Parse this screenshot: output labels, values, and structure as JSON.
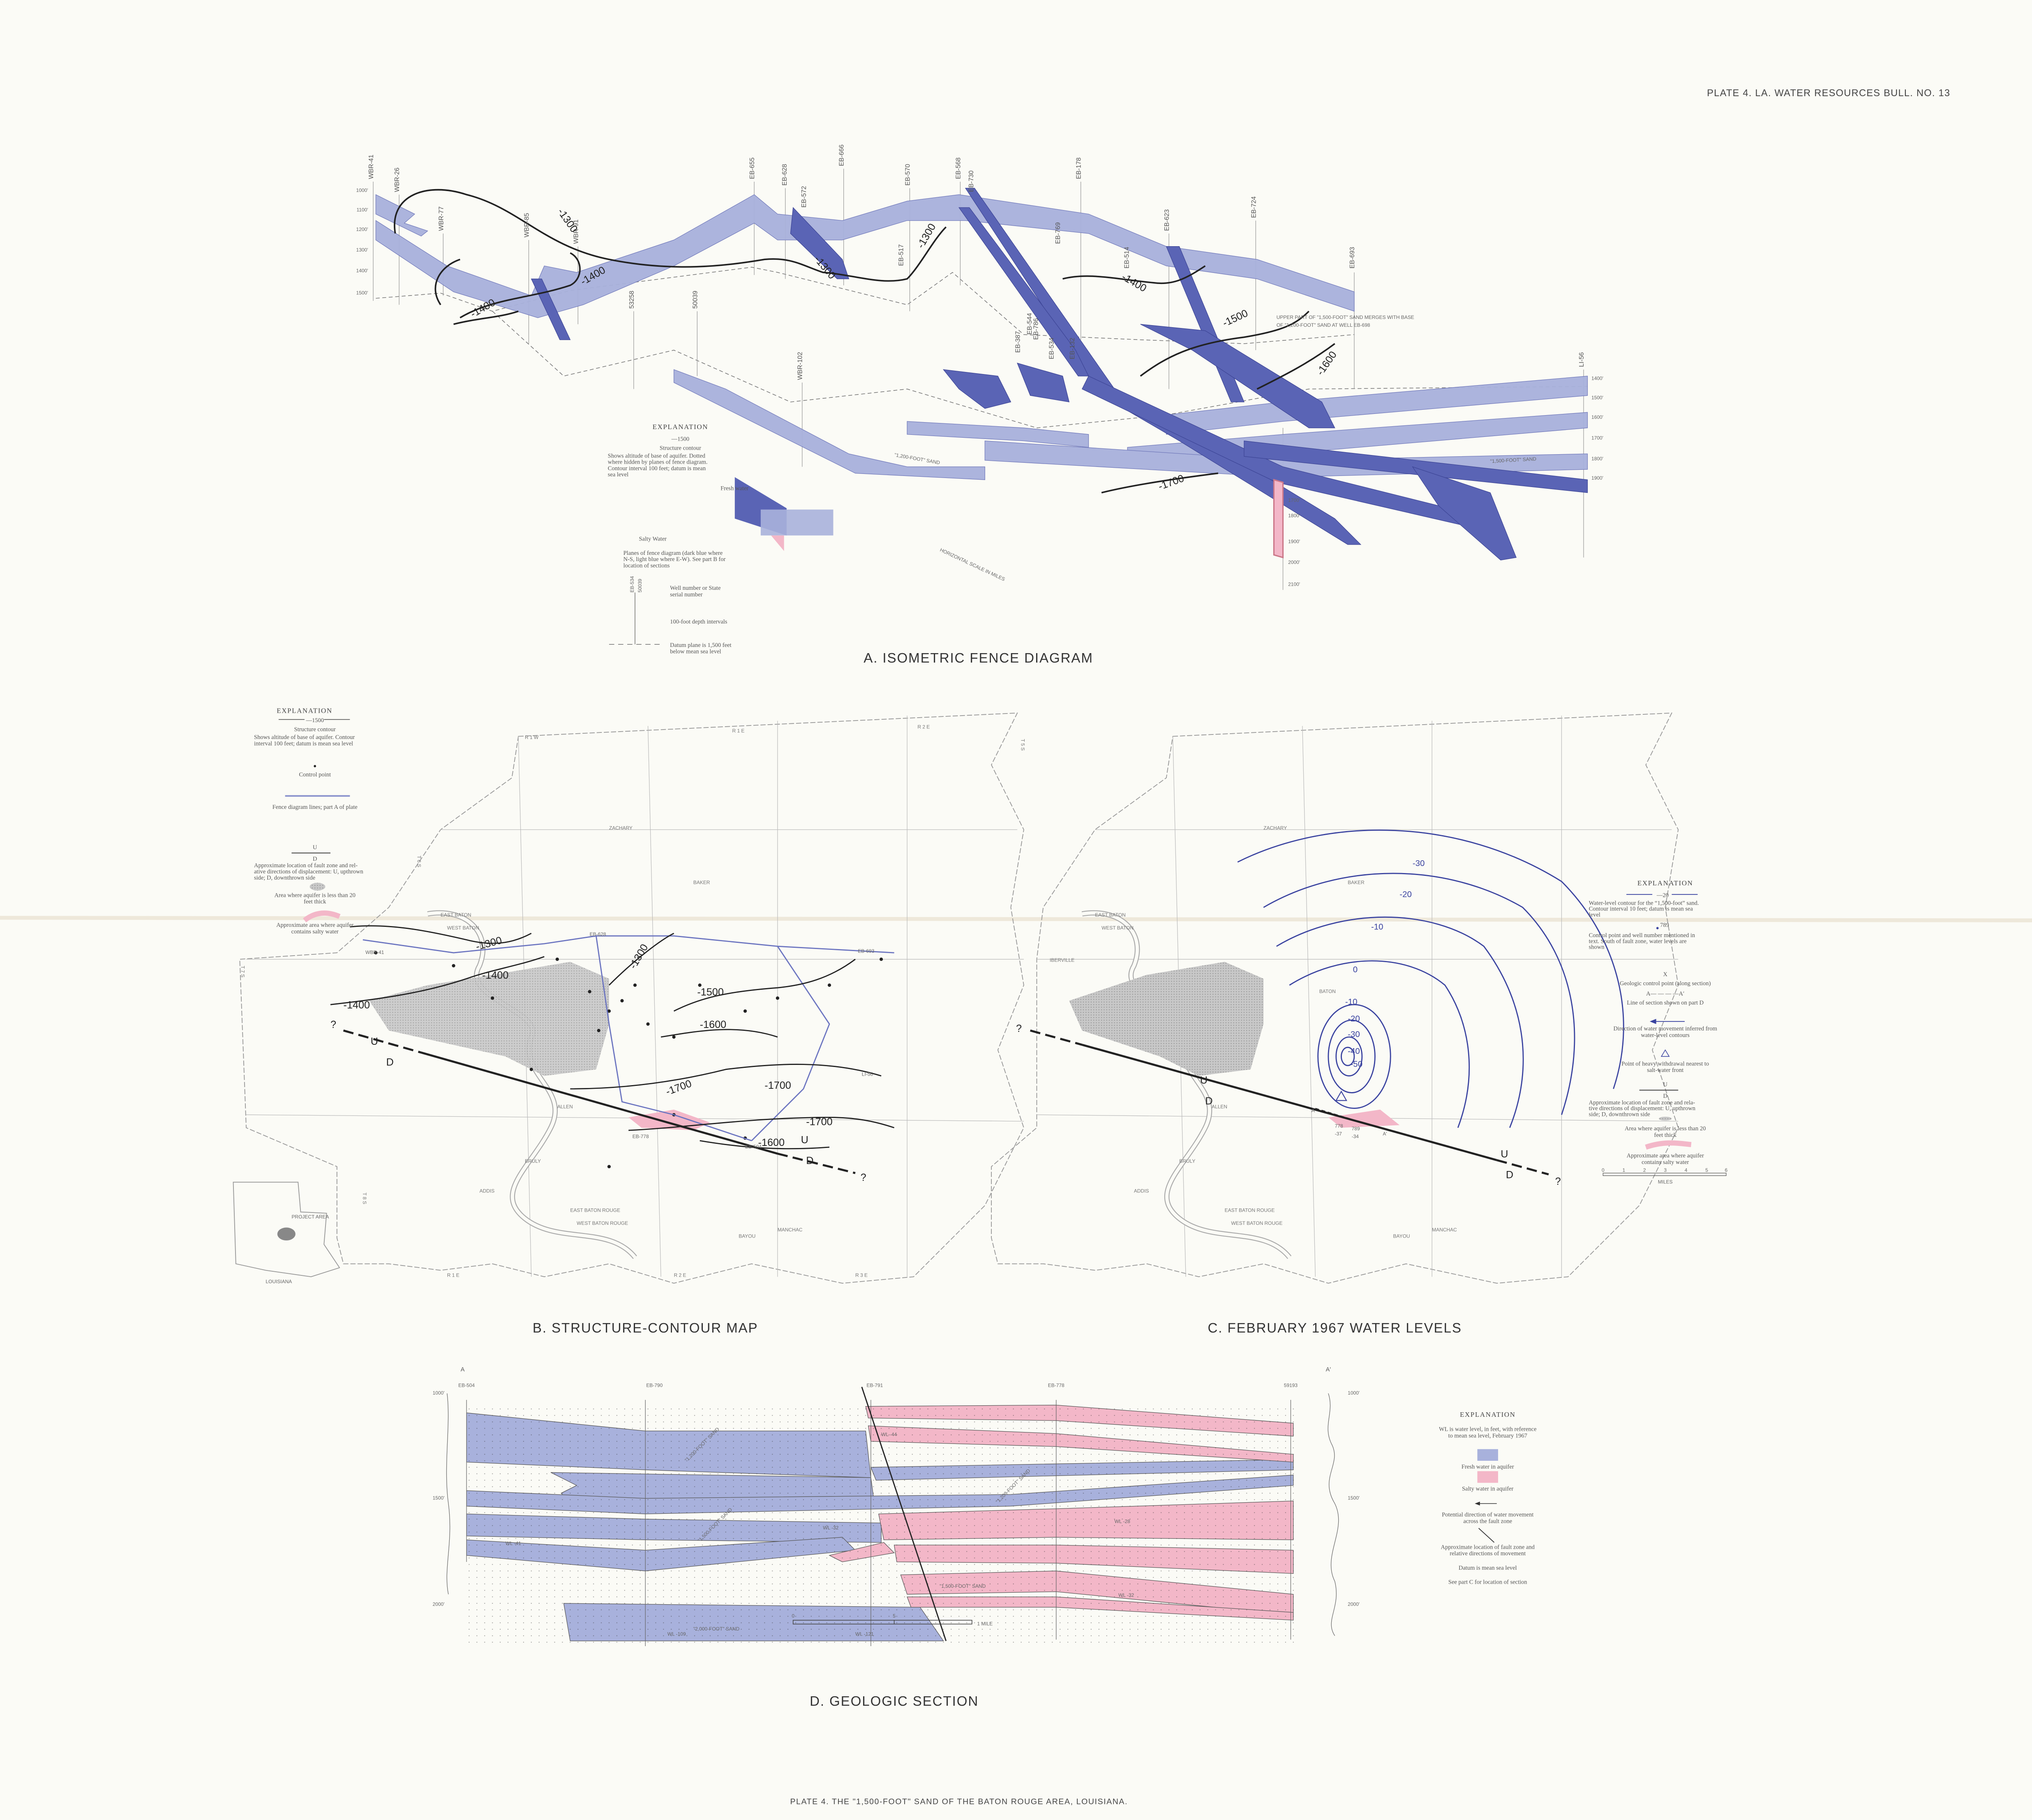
{
  "header": {
    "plate_ref": "PLATE 4. LA. WATER RESOURCES BULL. NO. 13"
  },
  "caption": "PLATE 4. THE \"1,500-FOOT\" SAND OF THE BATON ROUGE AREA, LOUISIANA.",
  "colors": {
    "fresh_dark": "#5a64b5",
    "fresh_light": "#a8b1dc",
    "salty": "#f3b7c8",
    "thin_area": "#c8c8c8",
    "contour_blue": "#3a43a0"
  },
  "fence": {
    "title": "A.  ISOMETRIC FENCE DIAGRAM",
    "wells": [
      "WBR-41",
      "WBR-26",
      "WBR-77",
      "WBR-85",
      "WBR-91",
      "EB-655",
      "EB-628",
      "EB-572",
      "EB-666",
      "EB-570",
      "EB-568",
      "EB-730",
      "EB-178",
      "EB-623",
      "EB-724",
      "EB-693",
      "53258",
      "50039",
      "WBR-102",
      "EB-544",
      "EB-786",
      "EB-534",
      "EB-387",
      "EB-132",
      "EB-769",
      "EB-514",
      "EB-517",
      "LI-56"
    ],
    "depth_labels_left": [
      "1000'",
      "1100'",
      "1200'",
      "1300'",
      "1400'",
      "1500'"
    ],
    "depth_labels_right": [
      "1400'",
      "1500'",
      "1600'",
      "1700'",
      "1800'",
      "1900'"
    ],
    "depth_labels_bottom": [
      "1700'",
      "1800'",
      "1900'",
      "2000'",
      "2100'"
    ],
    "contour_labels": [
      "-1300",
      "-1300",
      "-1300",
      "-1400",
      "-1400",
      "-1400",
      "-1500",
      "-1600",
      "-1700"
    ],
    "note": [
      "UPPER PART OF \"1,500-FOOT\" SAND MERGES WITH BASE",
      "OF \"1,200-FOOT\" SAND AT WELL EB-698"
    ],
    "sand_labels": [
      "\"1,200-FOOT\" SAND",
      "\"1,500-FOOT\" SAND"
    ],
    "scale_label": "HORIZONTAL SCALE IN MILES",
    "explanation": {
      "heading": "EXPLANATION",
      "contour_sample": "—1500",
      "contour_title": "Structure contour",
      "contour_desc": [
        "Shows altitude of base of aquifer. Dotted",
        "where hidden by planes of fence diagram.",
        "Contour interval 100 feet; datum is mean",
        "sea level"
      ],
      "fresh": "Fresh water",
      "salty": "Salty Water",
      "planes_desc": [
        "Planes of fence diagram (dark blue where",
        "N-S, light blue where E-W). See part B for",
        "location of sections"
      ],
      "sample_well": [
        "EB-534",
        "50039"
      ],
      "well_desc": [
        "Well number or State",
        "serial number"
      ],
      "depth_desc": "100-foot depth intervals",
      "datum_desc": [
        "Datum plane is 1,500 feet",
        "below mean sea level"
      ]
    }
  },
  "structure_map": {
    "title": "B.  STRUCTURE-CONTOUR MAP",
    "contour_labels": [
      "-1300",
      "-1400",
      "-1400",
      "-1300",
      "-1500",
      "-1600",
      "-1700",
      "-1700",
      "-1700",
      "-1600"
    ],
    "fault": {
      "up": "U",
      "down": "D",
      "uncertain": "?"
    },
    "wells": [
      "EB-628",
      "EB-693",
      "WBR-41",
      "EB-778",
      "EB-504",
      "LI-56"
    ],
    "places": [
      "EAST BATON",
      "WEST BATON",
      "ZACHARY",
      "BAKER",
      "ALLEN",
      "BRULY",
      "ADDIS",
      "EAST BATON ROUGE",
      "WEST BATON ROUGE",
      "BAYOU",
      "MANCHAC"
    ],
    "grid": [
      "R 1 W",
      "R 1 E",
      "R 2 E",
      "T 5 S",
      "T 6 S",
      "T 7 S",
      "T 8 S",
      "R 1 E",
      "R 2 E",
      "R 3 E"
    ],
    "inset": {
      "label1": "PROJECT AREA",
      "label2": "LOUISIANA"
    },
    "explanation": {
      "heading": "EXPLANATION",
      "contour_sample": "—1500",
      "contour_title": "Structure contour",
      "contour_desc": [
        "Shows altitude of base of aquifer. Contour",
        "interval 100 feet; datum is mean sea level"
      ],
      "control_point": "Control point",
      "fence_lines": "Fence diagram lines; part A of plate",
      "fault_u": "U",
      "fault_d": "D",
      "fault_desc": [
        "Approximate location of fault zone and rel-",
        "ative directions of displacement: U, upthrown",
        "side; D, downthrown side"
      ],
      "thin_desc": [
        "Area where aquifer is less than 20",
        "feet thick"
      ],
      "salty_desc": [
        "Approximate area where aquifer",
        "contains salty water"
      ]
    }
  },
  "water_level_map": {
    "title": "C.  FEBRUARY 1967  WATER LEVELS",
    "contour_labels": [
      "-30",
      "-20",
      "-10",
      "0",
      "-10",
      "-20",
      "-30",
      "-40",
      "-50"
    ],
    "wells": [
      "778",
      "-37",
      "789",
      "-34"
    ],
    "section_ends": [
      "A",
      "A'"
    ],
    "places": [
      "EAST BATON",
      "WEST BATON",
      "ZACHARY",
      "BAKER",
      "BATON",
      "ALLEN",
      "BRULY",
      "ADDIS",
      "EAST BATON ROUGE",
      "WEST BATON ROUGE",
      "BAYOU",
      "MANCHAC",
      "IBERVILLE"
    ],
    "fault": {
      "up": "U",
      "down": "D",
      "uncertain": "?"
    },
    "explanation": {
      "heading": "EXPLANATION",
      "contour_sample": "—20",
      "contour_desc": [
        "Water-level contour for the “1,500-foot” sand.",
        "Contour interval 10 feet; datum is mean sea",
        "level"
      ],
      "control_sample": "789",
      "control_desc": [
        "Control point and well number mentioned in",
        "text. South of fault zone, water levels are",
        "shown"
      ],
      "geo_sample": "X",
      "geo_desc": "Geologic control point (along section)",
      "section_sample": "A— — — —A′",
      "section_desc": "Line of section shown on part D",
      "arrow_desc": [
        "Direction of water movement inferred from",
        "water-level contours"
      ],
      "withdrawal_desc": [
        "Point of heavy withdrawal nearest to",
        "salt-water front"
      ],
      "fault_u": "U",
      "fault_d": "D",
      "fault_desc": [
        "Approximate location of fault zone and rela-",
        "tive directions of displacement: U, upthrown",
        "side; D, downthrown side"
      ],
      "thin_desc": [
        "Area where aquifer is less than 20",
        "feet thick"
      ],
      "salty_desc": [
        "Approximate area where aquifer",
        "contains salty water"
      ],
      "scale_ticks": [
        "0",
        "1",
        "2",
        "3",
        "4",
        "5",
        "6"
      ],
      "scale_unit": "MILES"
    }
  },
  "section": {
    "title": "D.  GEOLOGIC SECTION",
    "ends": [
      "A",
      "A'"
    ],
    "wells": [
      "EB-504",
      "EB-790",
      "EB-791",
      "EB-778",
      "59193"
    ],
    "depth_left": [
      "1000'",
      "1500'",
      "2000'"
    ],
    "depth_right": [
      "1000'",
      "1500'",
      "2000'"
    ],
    "sand_labels": [
      "\"1,200-FOOT\" SAND",
      "\"1,500-FOOT\" SAND",
      "\"1,200-FOOT\" SAND",
      "\"1,500-FOOT\" SAND",
      "\"2,000-FOOT\" SAND"
    ],
    "wl_labels": [
      "WL -41",
      "WL -32",
      "WL -44",
      "WL -28",
      "WL -32",
      "WL -109",
      "WL -121"
    ],
    "scale": [
      "0",
      "5",
      "1 MILE"
    ],
    "explanation": {
      "heading": "EXPLANATION",
      "wl_desc": [
        "WL is water level, in feet, with reference",
        "to mean sea level, February 1967"
      ],
      "fresh": "Fresh water in aquifer",
      "salty": "Salty water in aquifer",
      "arrow_desc": [
        "Potential direction of water movement",
        "across the fault zone"
      ],
      "fault_desc": [
        "Approximate location of fault zone and",
        "relative directions of movement"
      ],
      "datum": "Datum is mean sea level",
      "see": "See part C for location of section"
    }
  }
}
